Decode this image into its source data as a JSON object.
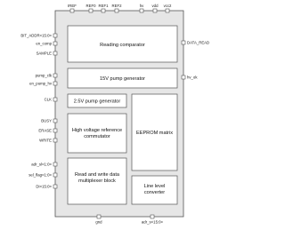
{
  "diagram": {
    "pins_top": {
      "iref": "IREF",
      "ref0": "REF0",
      "ref1": "REF1",
      "ref2": "REF2",
      "hv": "hv",
      "vdd": "vdd",
      "vcc2": "vcc2"
    },
    "pins_left": {
      "bit_addr": "BIT_ADDR<15:0>",
      "en_comp": "en_comp",
      "sample": "SAMPLE",
      "pump_clk": "pump_clk",
      "en_pump": "en_pump_hv",
      "clk": "CLK",
      "busy": "BUSY",
      "erase": "ERASE",
      "write": "WRITE",
      "adr_sl": "adr_sl<1:0>",
      "sel_flag": "sel_flag<1:0>",
      "di": "DI<15:0>"
    },
    "pins_right": {
      "data_read": "DATA_READ",
      "hv_ok": "hv_ok"
    },
    "pins_bottom": {
      "gnd": "gnd",
      "adr_s": "adr_s<15:0>"
    },
    "blocks": {
      "reading_comparator": "Reading comparator",
      "pump_15v": "15V pump generator",
      "pump_25v": "2.5V pump generator",
      "hv_ref_line1": "High voltage reference",
      "hv_ref_line2": "commutator",
      "eeprom": "EEPROM matrix",
      "rw_line1": "Read and write data",
      "rw_line2": "multiplexer block",
      "level_line1": "Line level",
      "level_line2": "converter"
    },
    "colors": {
      "outer_fill": "#e6e6e6",
      "block_fill": "#ffffff",
      "stroke": "#555555"
    }
  }
}
